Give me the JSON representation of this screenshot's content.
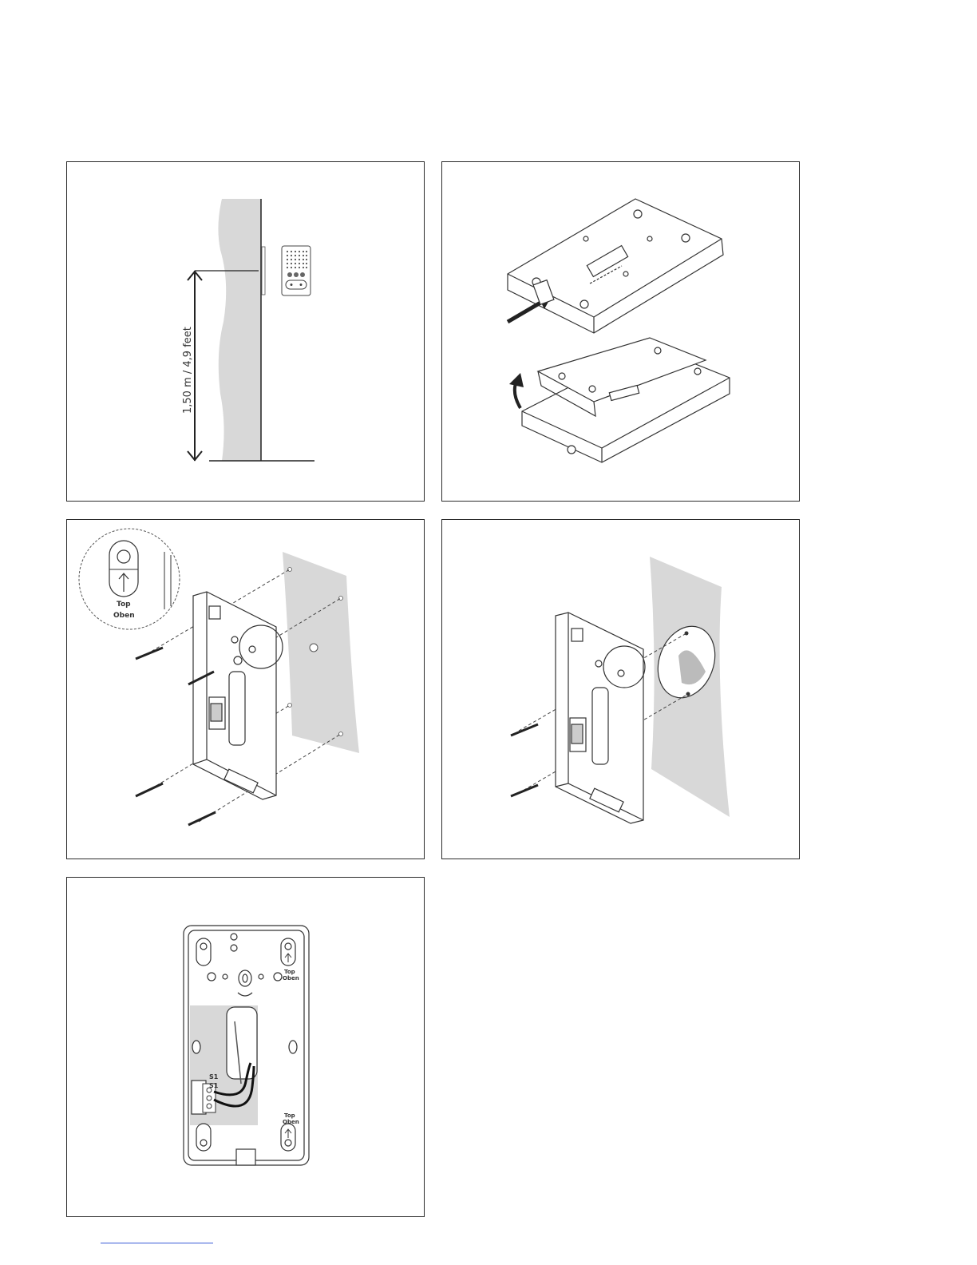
{
  "panels": {
    "height_panel": {
      "height_label": "1,50 m / 4,9 feet"
    },
    "screw_panel": {
      "top_label": "Top",
      "oben_label": "Oben"
    },
    "wiring_panel": {
      "top_label_upper": "Top",
      "oben_label_upper": "Oben",
      "top_label_lower": "Top",
      "oben_label_lower": "Oben",
      "terminal_label_1": "S1",
      "terminal_label_2": "S1"
    }
  }
}
